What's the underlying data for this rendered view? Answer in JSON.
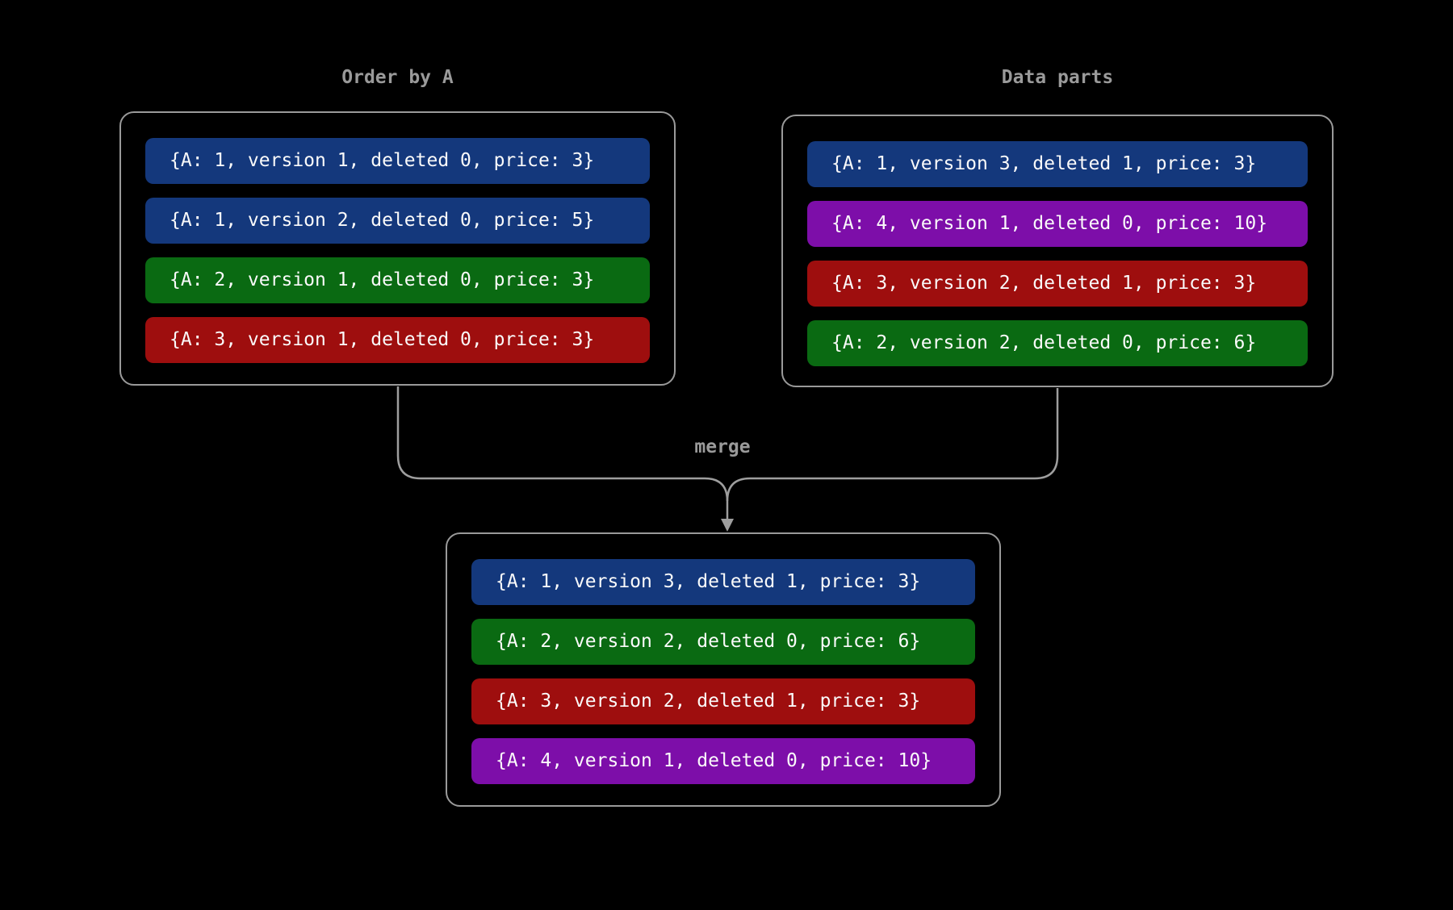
{
  "canvas": {
    "background": "#000000",
    "line_color": "#9e9e9e",
    "label_color": "#9a9a9a",
    "row_text_color": "#fafafa"
  },
  "palette": {
    "blue": "#14387c",
    "green": "#0a6a12",
    "red": "#9e0e0e",
    "purple": "#7d0ea9"
  },
  "merge_label": "merge",
  "groups": [
    {
      "title": "Order by A",
      "rows": [
        {
          "text": "{A: 1, version 1, deleted 0, price: 3}",
          "color_name": "blue",
          "color": "#14387c"
        },
        {
          "text": "{A: 1, version 2, deleted 0, price: 5}",
          "color_name": "blue",
          "color": "#14387c"
        },
        {
          "text": "{A: 2, version 1, deleted 0, price: 3}",
          "color_name": "green",
          "color": "#0a6a12"
        },
        {
          "text": "{A: 3, version 1, deleted 0, price: 3}",
          "color_name": "red",
          "color": "#9e0e0e"
        }
      ]
    },
    {
      "title": "Data parts",
      "rows": [
        {
          "text": "{A: 1, version 3, deleted 1, price: 3}",
          "color_name": "blue",
          "color": "#14387c"
        },
        {
          "text": "{A: 4, version 1, deleted 0, price: 10}",
          "color_name": "purple",
          "color": "#7d0ea9"
        },
        {
          "text": "{A: 3, version 2, deleted 1, price: 3}",
          "color_name": "red",
          "color": "#9e0e0e"
        },
        {
          "text": "{A: 2, version 2, deleted 0, price: 6}",
          "color_name": "green",
          "color": "#0a6a12"
        }
      ]
    },
    {
      "title": "",
      "rows": [
        {
          "text": "{A: 1, version 3, deleted 1, price: 3}",
          "color_name": "blue",
          "color": "#14387c"
        },
        {
          "text": "{A: 2, version 2, deleted 0, price: 6}",
          "color_name": "green",
          "color": "#0a6a12"
        },
        {
          "text": "{A: 3, version 2, deleted 1, price: 3}",
          "color_name": "red",
          "color": "#9e0e0e"
        },
        {
          "text": "{A: 4, version 1, deleted 0, price: 10}",
          "color_name": "purple",
          "color": "#7d0ea9"
        }
      ]
    }
  ]
}
